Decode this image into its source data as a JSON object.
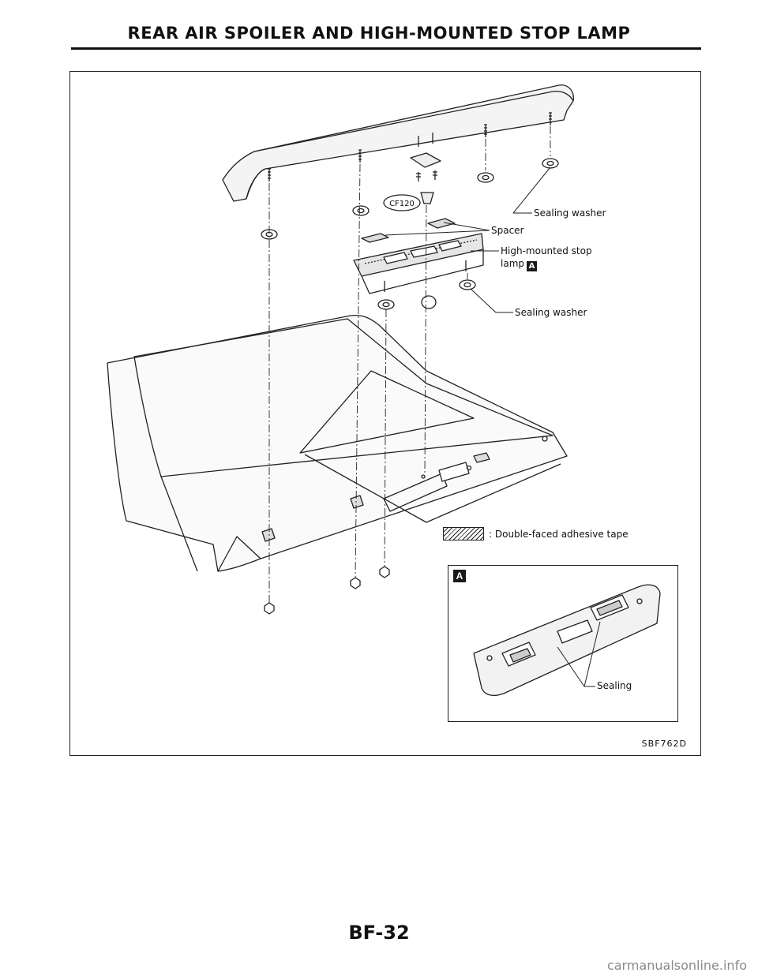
{
  "header": {
    "title": "REAR AIR SPOILER AND HIGH-MOUNTED STOP LAMP"
  },
  "diagram": {
    "labels": {
      "cf120": "CF120",
      "sealing_washer_top": "Sealing washer",
      "spacer": "Spacer",
      "stop_lamp_line1": "High-mounted stop",
      "stop_lamp_line2": "lamp",
      "stop_lamp_ref": "A",
      "sealing_washer_bottom": "Sealing washer"
    },
    "legend": {
      "text": ": Double-faced adhesive tape"
    },
    "detail": {
      "ref": "A",
      "sealing_label": "Sealing"
    },
    "figure_code": "SBF762D"
  },
  "footer": {
    "page_number": "BF-32"
  },
  "watermark": {
    "text": "carmanualsonline.info"
  }
}
